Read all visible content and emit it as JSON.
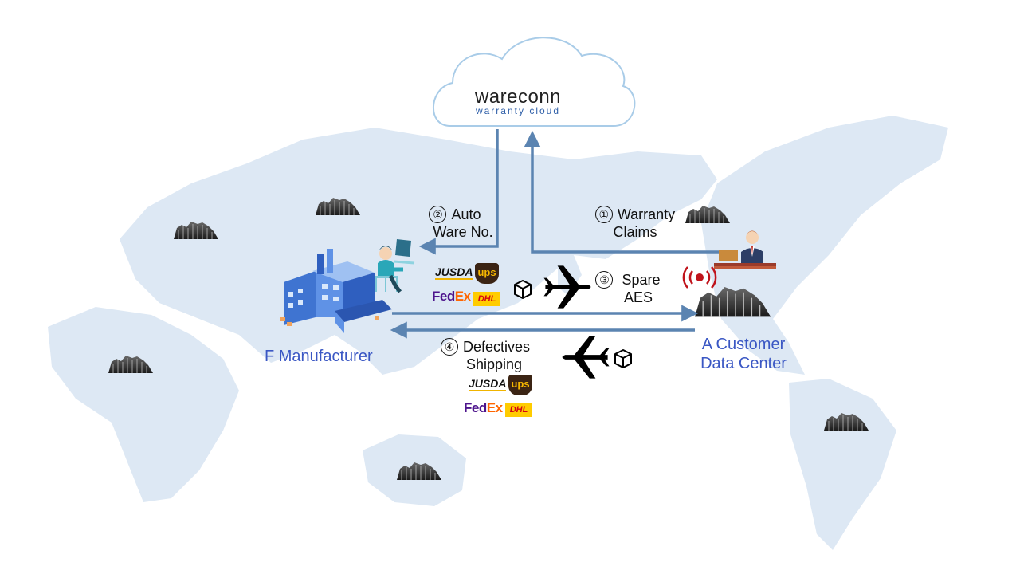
{
  "cloud": {
    "brand": "wareconn",
    "tagline": "warranty cloud"
  },
  "steps": {
    "s1": {
      "num": "①",
      "line1": "Warranty",
      "line2": "Claims"
    },
    "s2": {
      "num": "②",
      "line1": "Auto",
      "line2": "Ware No."
    },
    "s3": {
      "num": "③",
      "line1": "Spare",
      "line2": "AES"
    },
    "s4": {
      "num": "④",
      "line1": "Defectives",
      "line2": "Shipping"
    }
  },
  "nodes": {
    "manufacturer": "F Manufacturer",
    "customer_line1": "A Customer",
    "customer_line2": "Data Center"
  },
  "carriers": {
    "jusda": "JUSDA",
    "ups": "ups",
    "fedex_fe": "Fed",
    "fedex_ex": "Ex",
    "dhl": "DHL"
  },
  "colors": {
    "arrow": "#5b84b1",
    "label_blue": "#3a57c4",
    "map": "#dde8f4",
    "cloud_stroke": "#a9cce8"
  }
}
